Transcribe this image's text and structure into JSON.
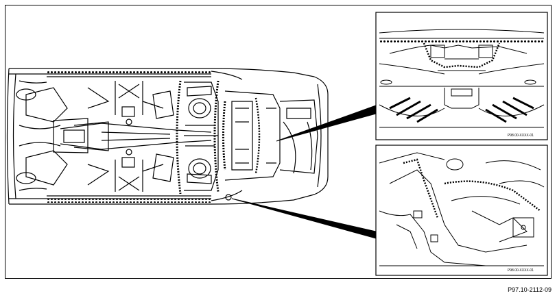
{
  "figure_reference": "P97.10-2112-09",
  "inset_top_code": "P98.00-XXXX-01",
  "inset_bottom_code": "P98.00-XXXX-01",
  "colors": {
    "line": "#000000",
    "background": "#ffffff"
  }
}
